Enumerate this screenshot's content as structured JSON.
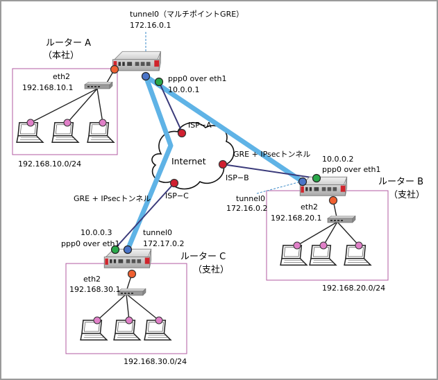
{
  "tunnel": {
    "title": "tunnel0（マルチポイントGRE）",
    "ip": "172.16.0.1"
  },
  "router_a": {
    "name": "ルーター A",
    "role": "（本社）",
    "eth_label": "eth2",
    "eth_ip": "192.168.10.1",
    "ppp_label": "ppp0 over eth1",
    "ppp_ip": "10.0.0.1",
    "lan": "192.168.10.0/24"
  },
  "router_b": {
    "name": "ルーター B",
    "role": "（支社）",
    "ppp_ip": "10.0.0.2",
    "ppp_label": "ppp0 over eth1",
    "tunnel_label": "tunnel0",
    "tunnel_ip": "172.16.0.2",
    "eth_label": "eth2",
    "eth_ip": "192.168.20.1",
    "lan": "192.168.20.0/24"
  },
  "router_c": {
    "name": "ルーター C",
    "role": "（支社）",
    "ppp_ip": "10.0.0.3",
    "ppp_label": "ppp0 over eth1",
    "tunnel_label": "tunnel0",
    "tunnel_ip": "172.17.0.2",
    "eth_label": "eth2",
    "eth_ip": "192.168.30.1",
    "lan": "192.168.30.0/24"
  },
  "internet": {
    "label": "Internet",
    "isp_a": "ISP−A",
    "isp_b": "ISP−B",
    "isp_c": "ISP−C",
    "gre_ab": "GRE + IPsecトンネル",
    "gre_ac": "GRE + IPsecトンネル"
  },
  "colors": {
    "tunnel_line": "#5fb3e6",
    "wan_line": "#3a3a7a",
    "lan_box": "#b05aa0",
    "eth_port": "#f06030",
    "ppp_port": "#2aa84a",
    "tunnel_port": "#4a74c8",
    "isp_port": "#d02030",
    "laptop_port": "#e080c8"
  }
}
